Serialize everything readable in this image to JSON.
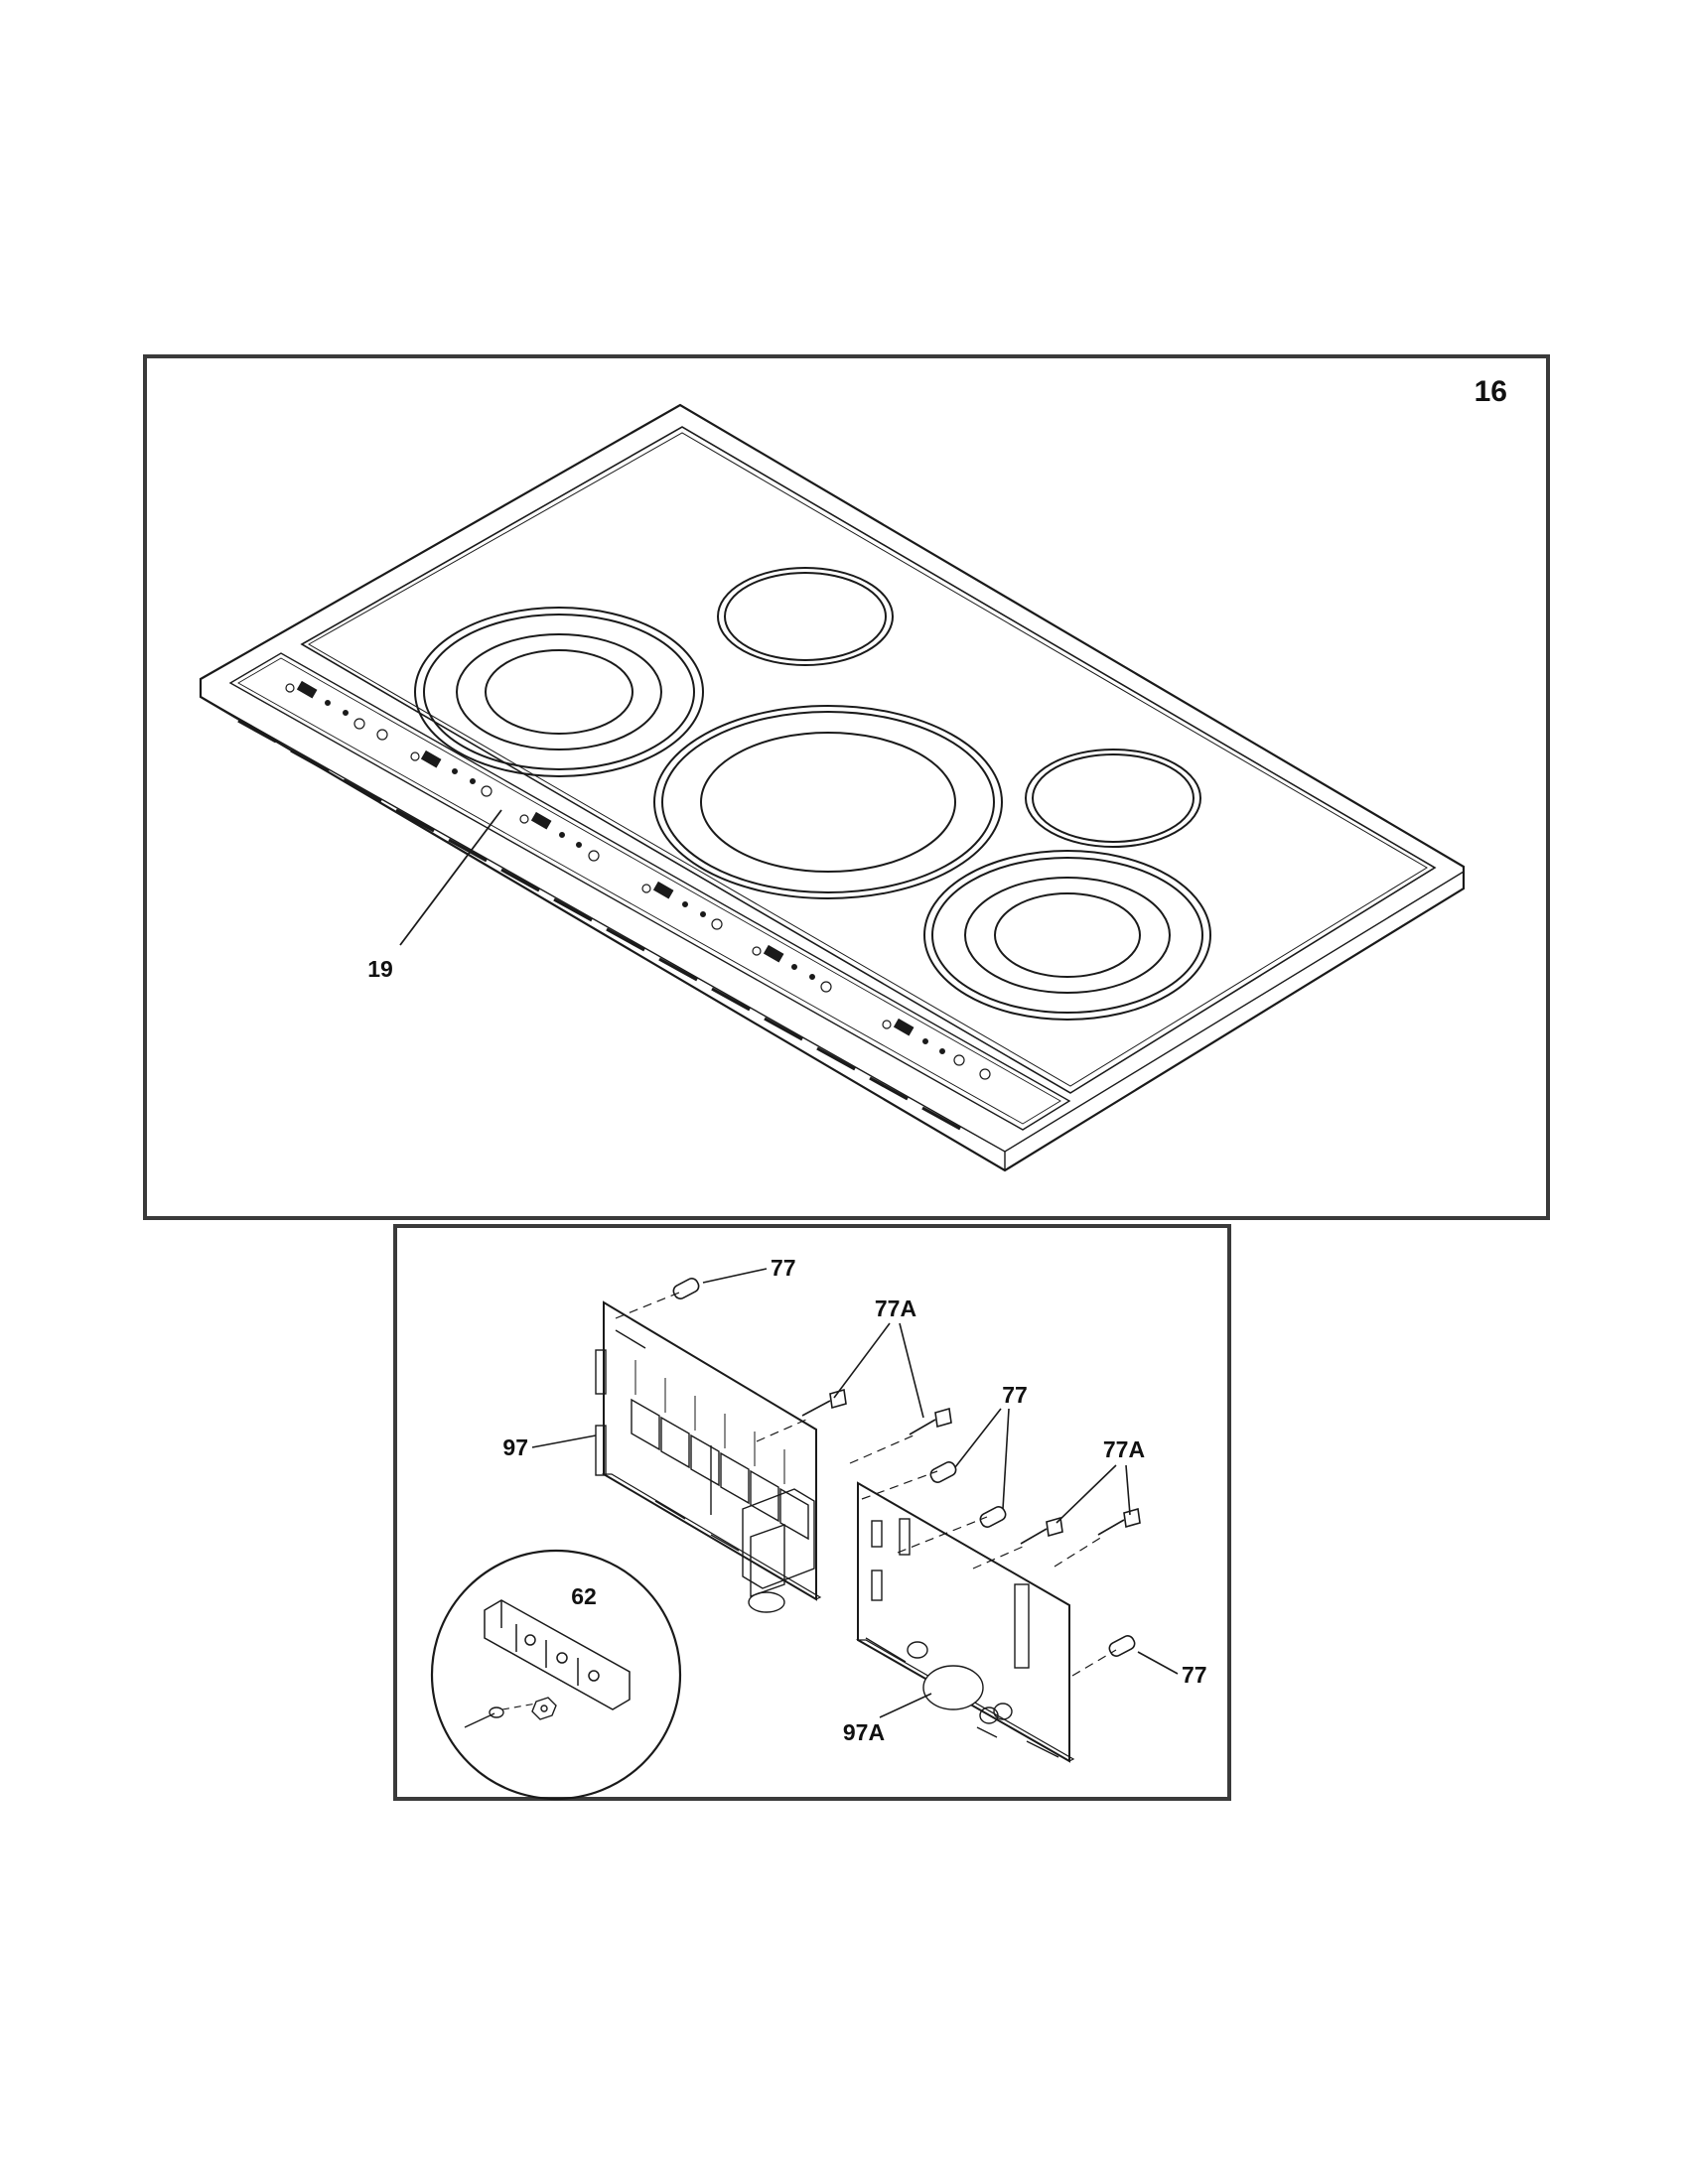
{
  "upper_panel": {
    "page_number": "16",
    "callouts": {
      "control_panel": "19"
    }
  },
  "lower_panel": {
    "callouts": {
      "spacer_top": "77",
      "clip_pair_1": "77A",
      "spacer_pair": "77",
      "clip_pair_2": "77A",
      "spacer_right": "77",
      "main_board": "97",
      "display_board": "97A",
      "terminal_block": "62"
    }
  },
  "colors": {
    "line": "#1a1a1a",
    "frame": "#3a3a3a",
    "background": "#ffffff"
  }
}
